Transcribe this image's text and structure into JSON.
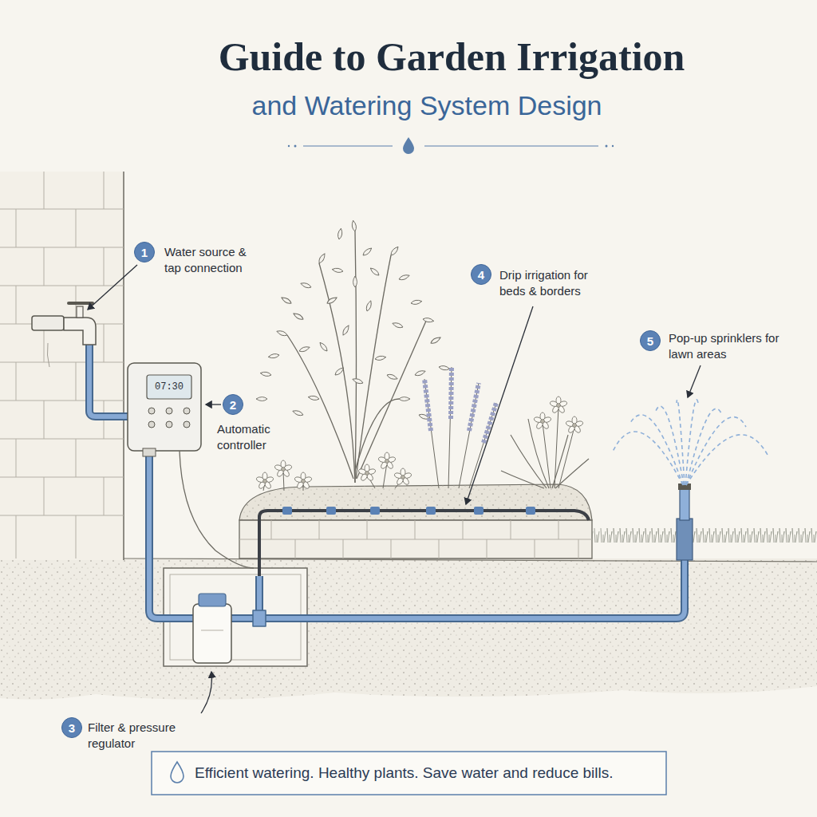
{
  "diagram": {
    "title": "Guide to Garden Irrigation",
    "caption": "Efficient watering. Healthy plants. Save water and reduce bills.",
    "nodes": [
      {
        "text": [
          "1"
        ]
      },
      {
        "text": [
          "2"
        ]
      },
      {
        "text": [
          "3"
        ]
      },
      {
        "text": [
          "4"
        ]
      },
      {
        "text": [
          "5"
        ]
      }
    ],
    "labels": [
      "and Watering System Design",
      "Water source & tap connection",
      "Automatic controller",
      "07:30",
      "Filter & pressure regulator",
      "Drip irrigation for beds & borders",
      "Pop-up sprinklers for lawn areas"
    ]
  }
}
